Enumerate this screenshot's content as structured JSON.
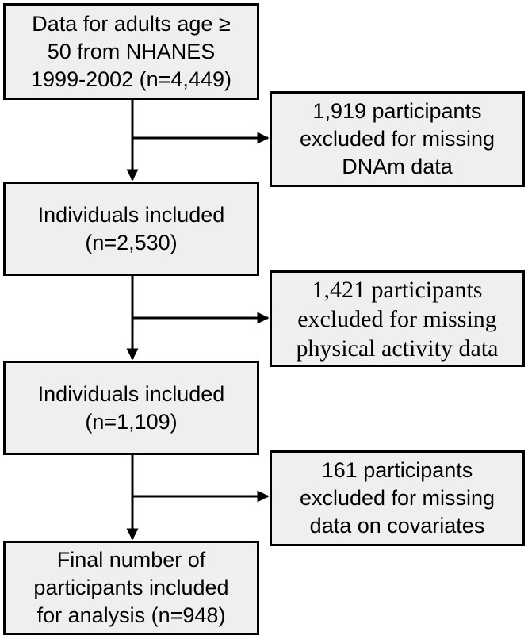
{
  "flowchart": {
    "main_boxes": [
      {
        "lines": [
          "Data for adults age ≥",
          "50 from NHANES",
          "1999-2002 (n=4,449)"
        ]
      },
      {
        "lines": [
          "Individuals included",
          "(n=2,530)"
        ]
      },
      {
        "lines": [
          "Individuals included",
          "(n=1,109)"
        ]
      },
      {
        "lines": [
          "Final number of",
          "participants included",
          "for analysis (n=948)"
        ]
      }
    ],
    "exclusion_boxes": [
      {
        "lines": [
          "1,919 participants",
          "excluded for missing",
          "DNAm data"
        ]
      },
      {
        "lines": [
          "1,421 participants",
          "excluded for missing",
          "physical activity data"
        ]
      },
      {
        "lines": [
          "161 participants",
          "excluded for missing",
          "data on covariates"
        ]
      }
    ]
  },
  "colors": {
    "box_fill": "#efefef",
    "border": "#000000",
    "background": "#ffffff"
  }
}
